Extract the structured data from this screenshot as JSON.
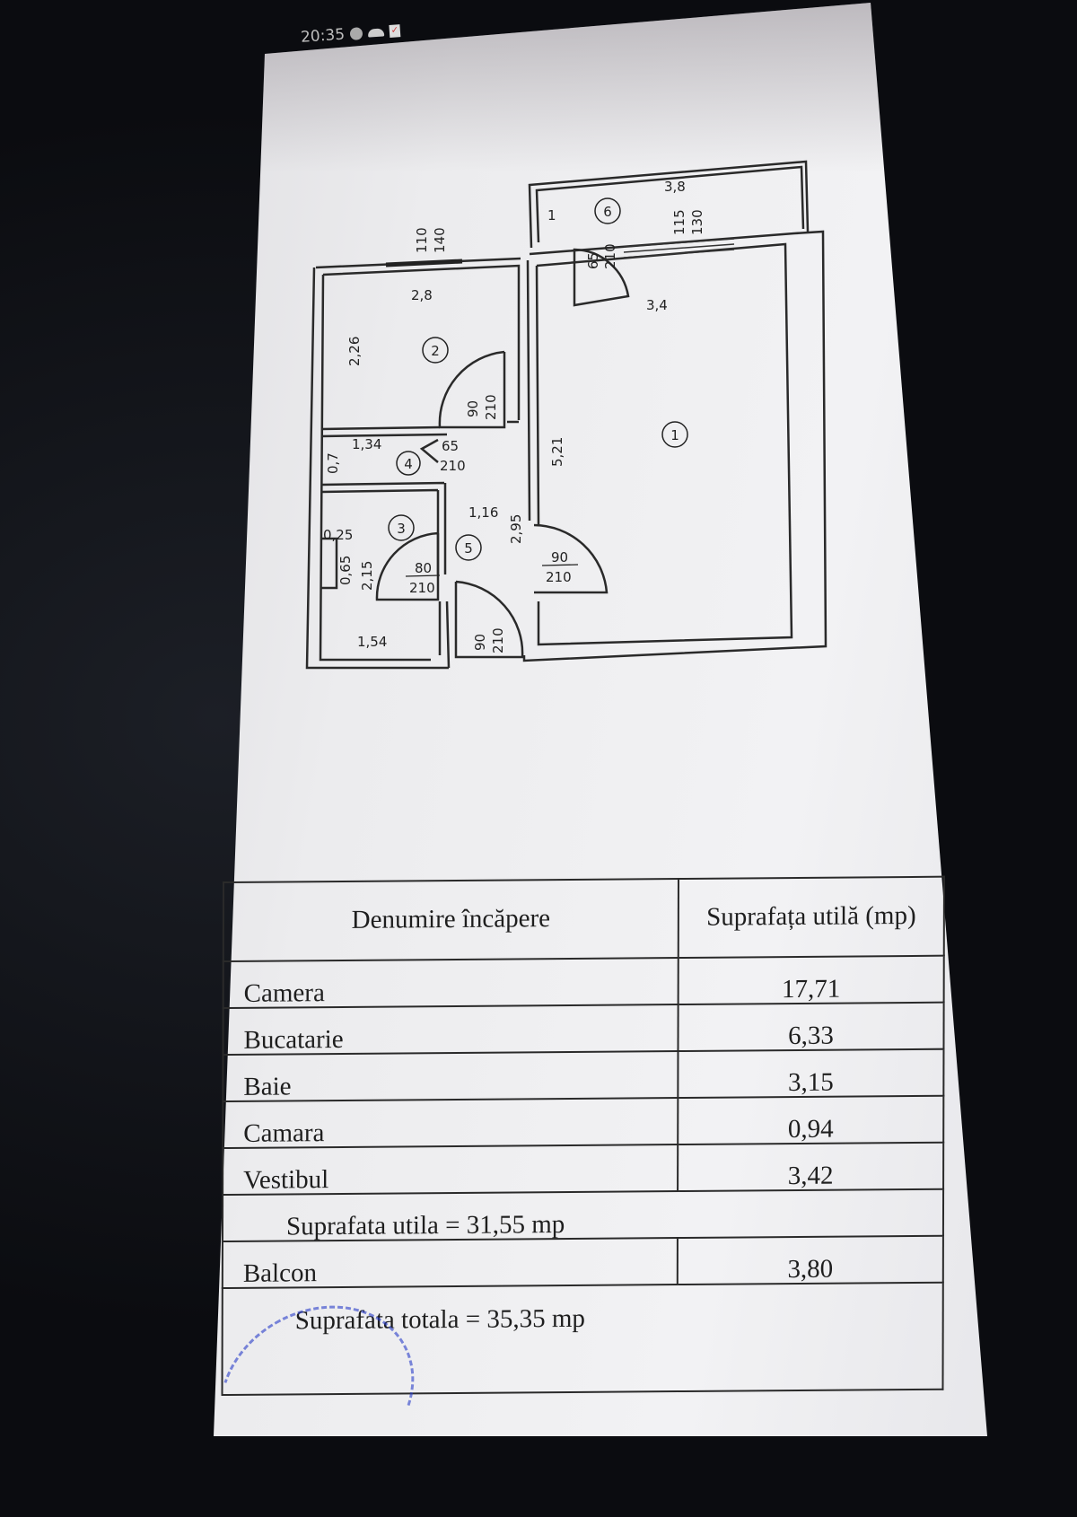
{
  "status_bar": {
    "time": "20:35",
    "icons": [
      "globe-icon",
      "cloud-icon",
      "checklist-icon"
    ]
  },
  "floor_plan": {
    "rooms": {
      "r1": "1",
      "r2": "2",
      "r3": "3",
      "r4": "4",
      "r5": "5",
      "r6": "6"
    },
    "dims": {
      "balcony_width": "3,8",
      "balcony_depth": "1",
      "balcony_window_top": "115",
      "balcony_window_bottom": "130",
      "kitchen_window_top": "110",
      "kitchen_window_bottom": "140",
      "balcony_door_top": "65",
      "balcony_door_bottom": "210",
      "kitchen_width": "2,8",
      "kitchen_depth": "2,26",
      "room_width": "3,4",
      "room_length": "5,21",
      "kitchen_door_top": "90",
      "kitchen_door_bottom": "210",
      "pantry_width": "1,34",
      "pantry_depth": "0,7",
      "pantry_door_top": "65",
      "pantry_door_bottom": "210",
      "hall_width": "1,16",
      "hall_length": "2,95",
      "bath_niche_w": "0,25",
      "bath_niche_h": "0,65",
      "bath_length": "2,15",
      "bath_width": "1,54",
      "bath_door_top": "80",
      "bath_door_bottom": "210",
      "room_door_top": "90",
      "room_door_bottom": "210",
      "entry_door_top": "90",
      "entry_door_bottom": "210"
    }
  },
  "table": {
    "headers": [
      "Denumire încăpere",
      "Suprafața utilă (mp)"
    ],
    "rows": [
      {
        "name": "Camera",
        "area": "17,71"
      },
      {
        "name": "Bucatarie",
        "area": "6,33"
      },
      {
        "name": "Baie",
        "area": "3,15"
      },
      {
        "name": "Camara",
        "area": "0,94"
      },
      {
        "name": "Vestibul",
        "area": "3,42"
      }
    ],
    "subtotal": "Suprafata utila = 31,55 mp",
    "balcony": {
      "name": "Balcon",
      "area": "3,80"
    },
    "total": "Suprafata totala = 35,35 mp"
  }
}
